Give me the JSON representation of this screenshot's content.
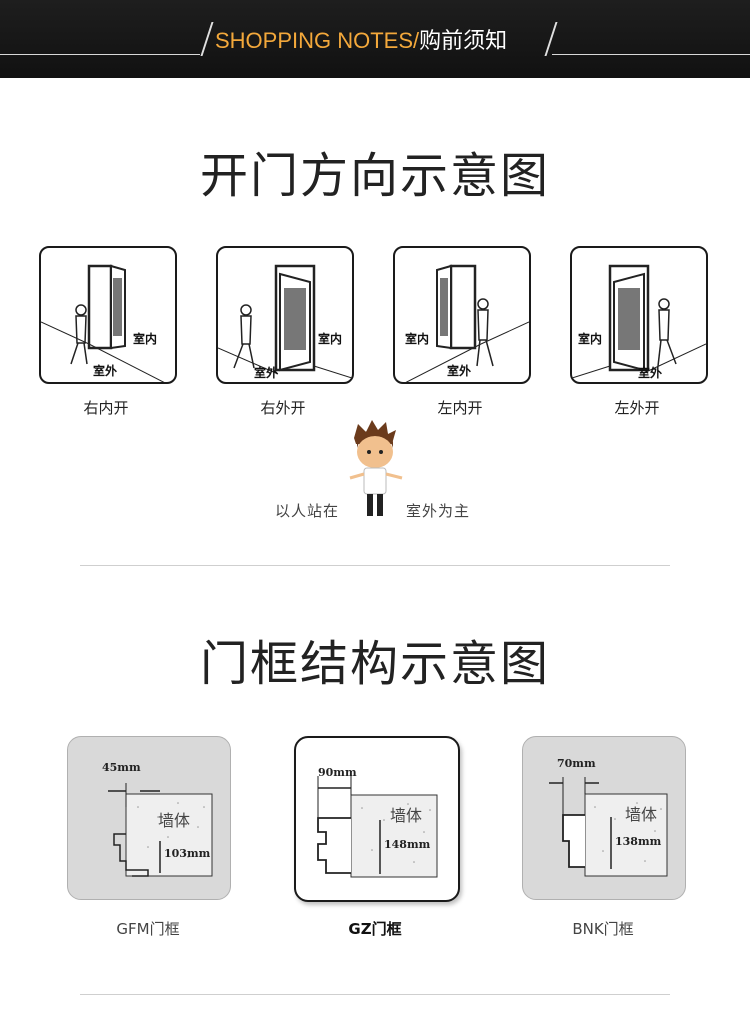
{
  "header": {
    "title_en": "SHOPPING NOTES/",
    "title_cn": "购前须知",
    "accent_color": "#f3a83b",
    "bg_color": "#151515"
  },
  "section_door": {
    "title": "开门方向示意图",
    "indoor_label": "室内",
    "outdoor_label": "室外",
    "options": [
      {
        "label": "右内开",
        "icon": "door-right-inward-icon"
      },
      {
        "label": "右外开",
        "icon": "door-right-outward-icon"
      },
      {
        "label": "左内开",
        "icon": "door-left-inward-icon"
      },
      {
        "label": "左外开",
        "icon": "door-left-outward-icon"
      }
    ],
    "note_left": "以人站在",
    "note_right": "室外为主",
    "mascot_icon": "cartoon-person-icon"
  },
  "section_frame": {
    "title": "门框结构示意图",
    "wall_label": "墙体",
    "frames": [
      {
        "name": "GFM门框",
        "width": "45mm",
        "depth": "103mm",
        "selected": false
      },
      {
        "name": "GZ门框",
        "width": "90mm",
        "depth": "148mm",
        "selected": true
      },
      {
        "name": "BNK门框",
        "width": "70mm",
        "depth": "138mm",
        "selected": false
      }
    ]
  }
}
